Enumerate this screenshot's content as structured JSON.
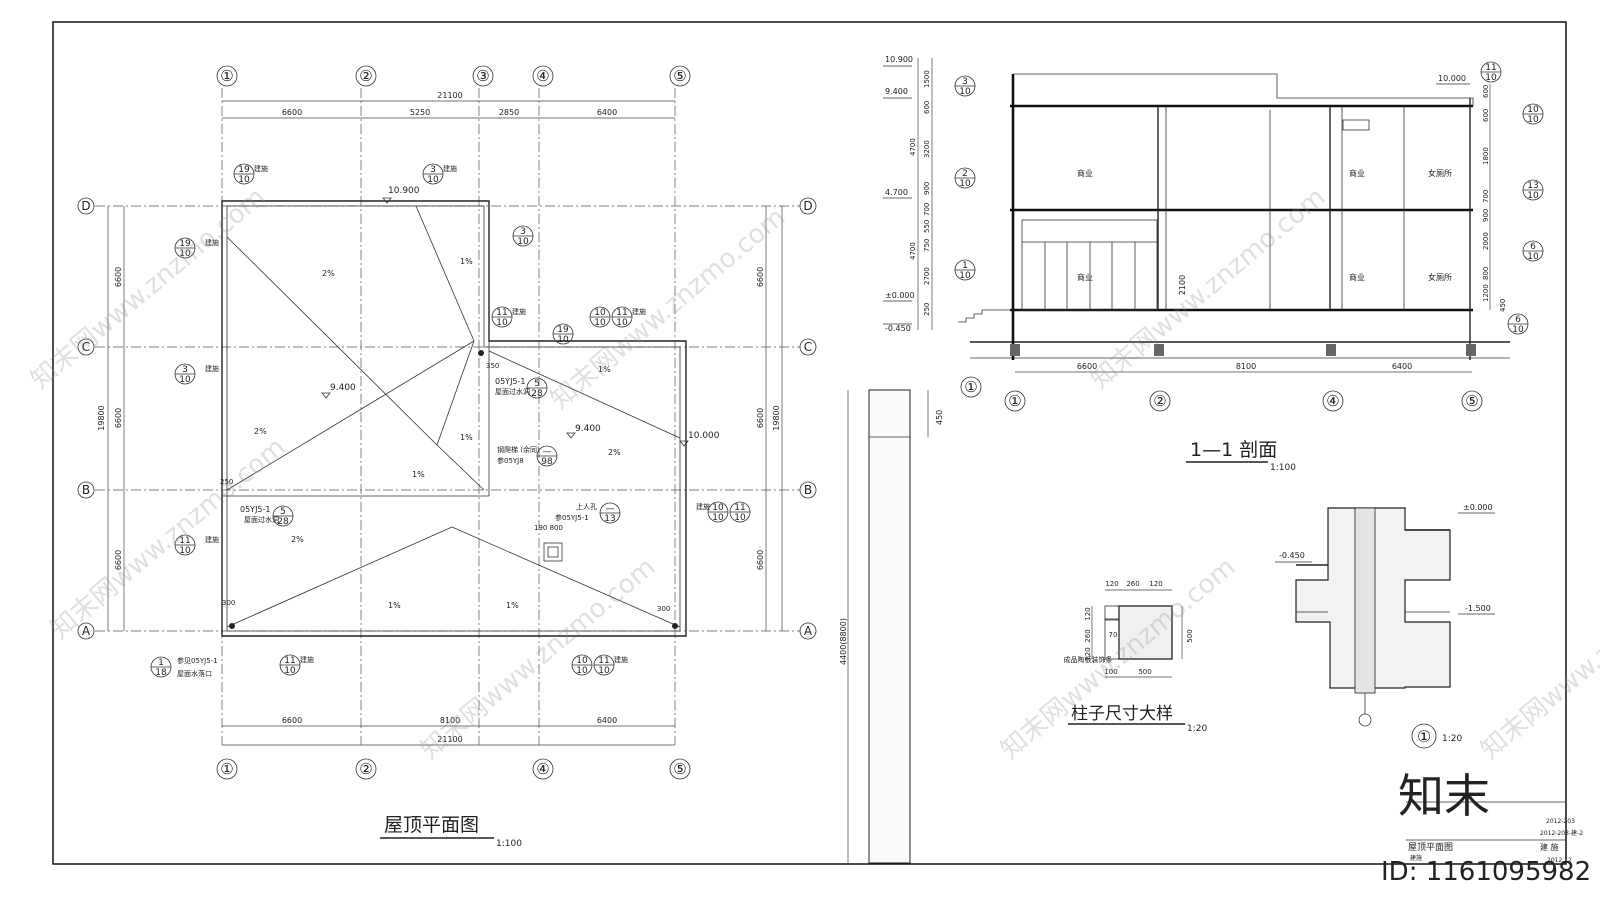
{
  "roof_plan": {
    "title": "屋顶平面图",
    "scale": "1:100",
    "axes_x": [
      "①",
      "②",
      "③",
      "④",
      "⑤"
    ],
    "axes_y": [
      "D",
      "C",
      "B",
      "A"
    ],
    "total_width": "21100",
    "dims_top": [
      "6600",
      "5250",
      "2850",
      "6400"
    ],
    "dims_bottom": [
      "6600",
      "8100",
      "6400"
    ],
    "dims_side": [
      "6600",
      "6600",
      "6600"
    ],
    "total_height": "19800",
    "elev_top": "10.900",
    "elev_mid": "9.400",
    "elev_mid2": "9.400",
    "elev_right": "10.000",
    "slope_2": "2%",
    "slope_1": "1%",
    "drain_label": "05YJ5-1",
    "drain_label2": "05YJ5-1",
    "ref_5_28": "5",
    "ref_28": "28",
    "note_jianshi": "建施",
    "label_roof_drain": "屋面过水洞",
    "label_ladder": "钢爬梯 (余同)",
    "label_ladder_ref": "参05YJ8",
    "label_access": "上人孔",
    "label_access_ref": "参05YJ5-1",
    "label_outlet_ref": "参见05YJ5-1",
    "label_outlet": "屋面水落口",
    "dim_hatch": "190 800",
    "dim_250": "250",
    "dim_300": "300",
    "dim_350": "350"
  },
  "section": {
    "title": "1—1 剖面",
    "scale": "1:100",
    "elevations": [
      "10.900",
      "9.400",
      "4.700",
      "±0.000",
      "-0.450"
    ],
    "elev_right": "10.000",
    "axes": [
      "①",
      "②",
      "④",
      "⑤"
    ],
    "dims_bottom": [
      "6600",
      "8100",
      "6400"
    ],
    "dims_left": [
      "1500",
      "600",
      "3200",
      "900",
      "700",
      "550",
      "750",
      "2700",
      "4700",
      "4700",
      "250"
    ],
    "dims_right": [
      "600",
      "600",
      "1800",
      "700",
      "900",
      "2000",
      "800",
      "1200",
      "450"
    ],
    "rooms": [
      "商业",
      "商业",
      "女厕所",
      "商业",
      "商业",
      "女厕所"
    ],
    "dim_2100": "2100"
  },
  "column_detail": {
    "title": "柱子尺寸大样",
    "scale": "1:20",
    "dims_top": [
      "120",
      "260",
      "120"
    ],
    "dim_side": "500",
    "dims_left": [
      "120",
      "260",
      "120"
    ],
    "dim_bottom": "500",
    "dim_100": "100",
    "dim_70": "70",
    "note": "成品陶板装饰条"
  },
  "wall_detail": {
    "dim_450": "450",
    "dim_height": "4400(8800)"
  },
  "foundation_detail": {
    "ref": "①",
    "scale": "1:20",
    "elev_0": "±0.000",
    "elev_045": "-0.450",
    "elev_15": "-1.500"
  },
  "title_block": {
    "project_code": "2012-203",
    "drawing_no": "2012-203-建-2",
    "drawing_name": "屋顶平面图",
    "discipline": "建 施",
    "sheet": "建施",
    "date": "2012.12"
  },
  "watermark": {
    "brand": "知末网www.znzmo.com",
    "logo": "知末",
    "id": "ID: 1161095982"
  }
}
